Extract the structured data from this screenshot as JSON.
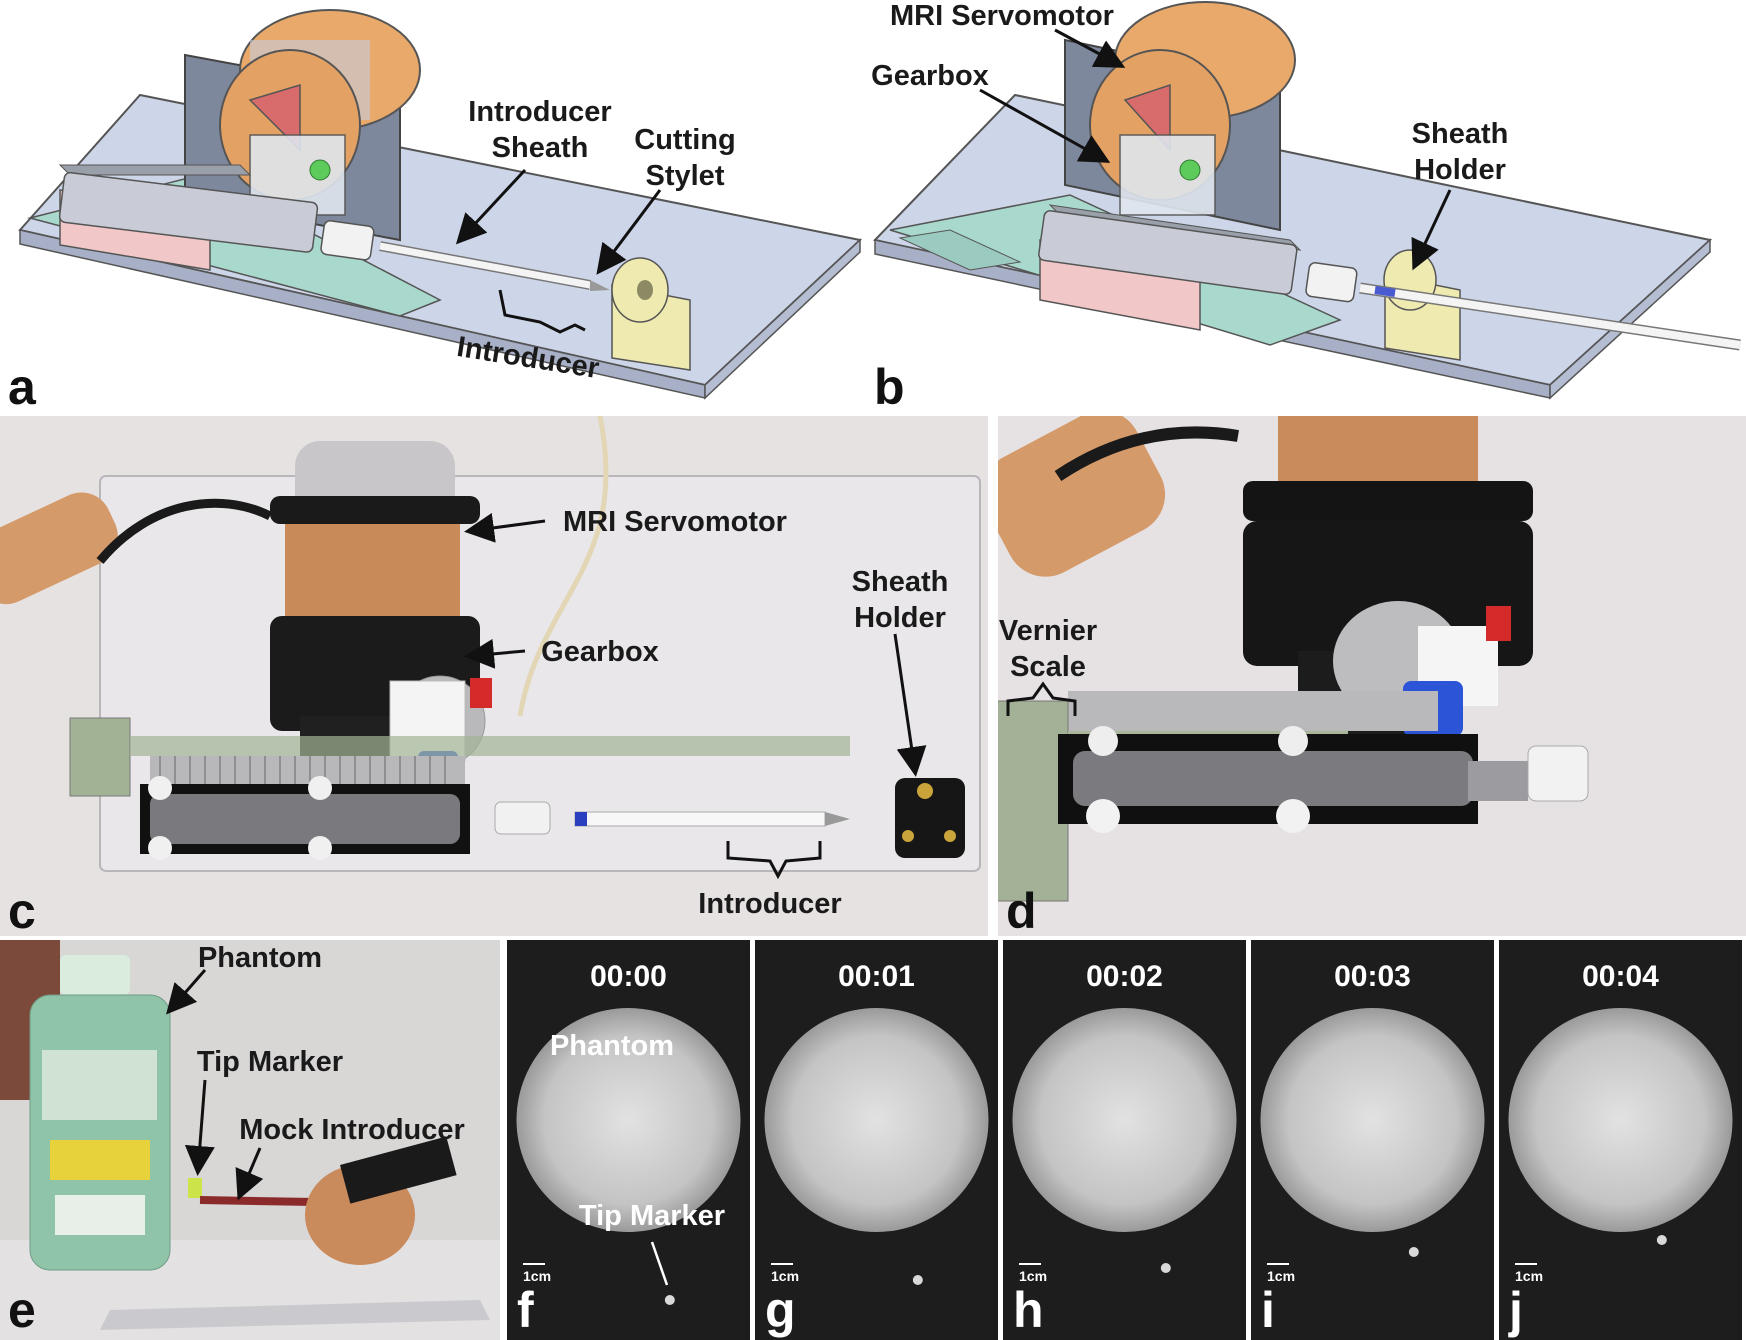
{
  "panels": {
    "a": {
      "letter": "a",
      "labels": {
        "introducer_sheath": "Introducer\nSheath",
        "cutting_stylet": "Cutting\nStylet",
        "introducer": "Introducer"
      }
    },
    "b": {
      "letter": "b",
      "labels": {
        "mri_servomotor": "MRI Servomotor",
        "gearbox": "Gearbox",
        "sheath_holder": "Sheath\nHolder"
      }
    },
    "c": {
      "letter": "c",
      "labels": {
        "mri_servomotor": "MRI Servomotor",
        "gearbox": "Gearbox",
        "sheath_holder": "Sheath\nHolder",
        "introducer": "Introducer"
      }
    },
    "d": {
      "letter": "d",
      "labels": {
        "vernier_scale": "Vernier\nScale"
      }
    },
    "e": {
      "letter": "e",
      "labels": {
        "phantom": "Phantom",
        "tip_marker": "Tip Marker",
        "mock_introducer": "Mock Introducer"
      }
    },
    "mri_frames": [
      {
        "letter": "f",
        "time": "00:00",
        "scale": "1cm",
        "phantom_label": "Phantom",
        "tip_label": "Tip Marker",
        "tip_depth": 0.9
      },
      {
        "letter": "g",
        "time": "00:01",
        "scale": "1cm",
        "tip_depth": 0.85
      },
      {
        "letter": "h",
        "time": "00:02",
        "scale": "1cm",
        "tip_depth": 0.82
      },
      {
        "letter": "i",
        "time": "00:03",
        "scale": "1cm",
        "tip_depth": 0.78
      },
      {
        "letter": "j",
        "time": "00:04",
        "scale": "1cm",
        "tip_depth": 0.75
      }
    ]
  },
  "colors": {
    "platform": "#c9d2e6",
    "motor_copper": "#e8a96a",
    "motor_band": "#c6cde0",
    "mount_grey": "#8a94a8",
    "photo_background": "#e7e2e2",
    "mri_background": "#1d1d1d"
  }
}
